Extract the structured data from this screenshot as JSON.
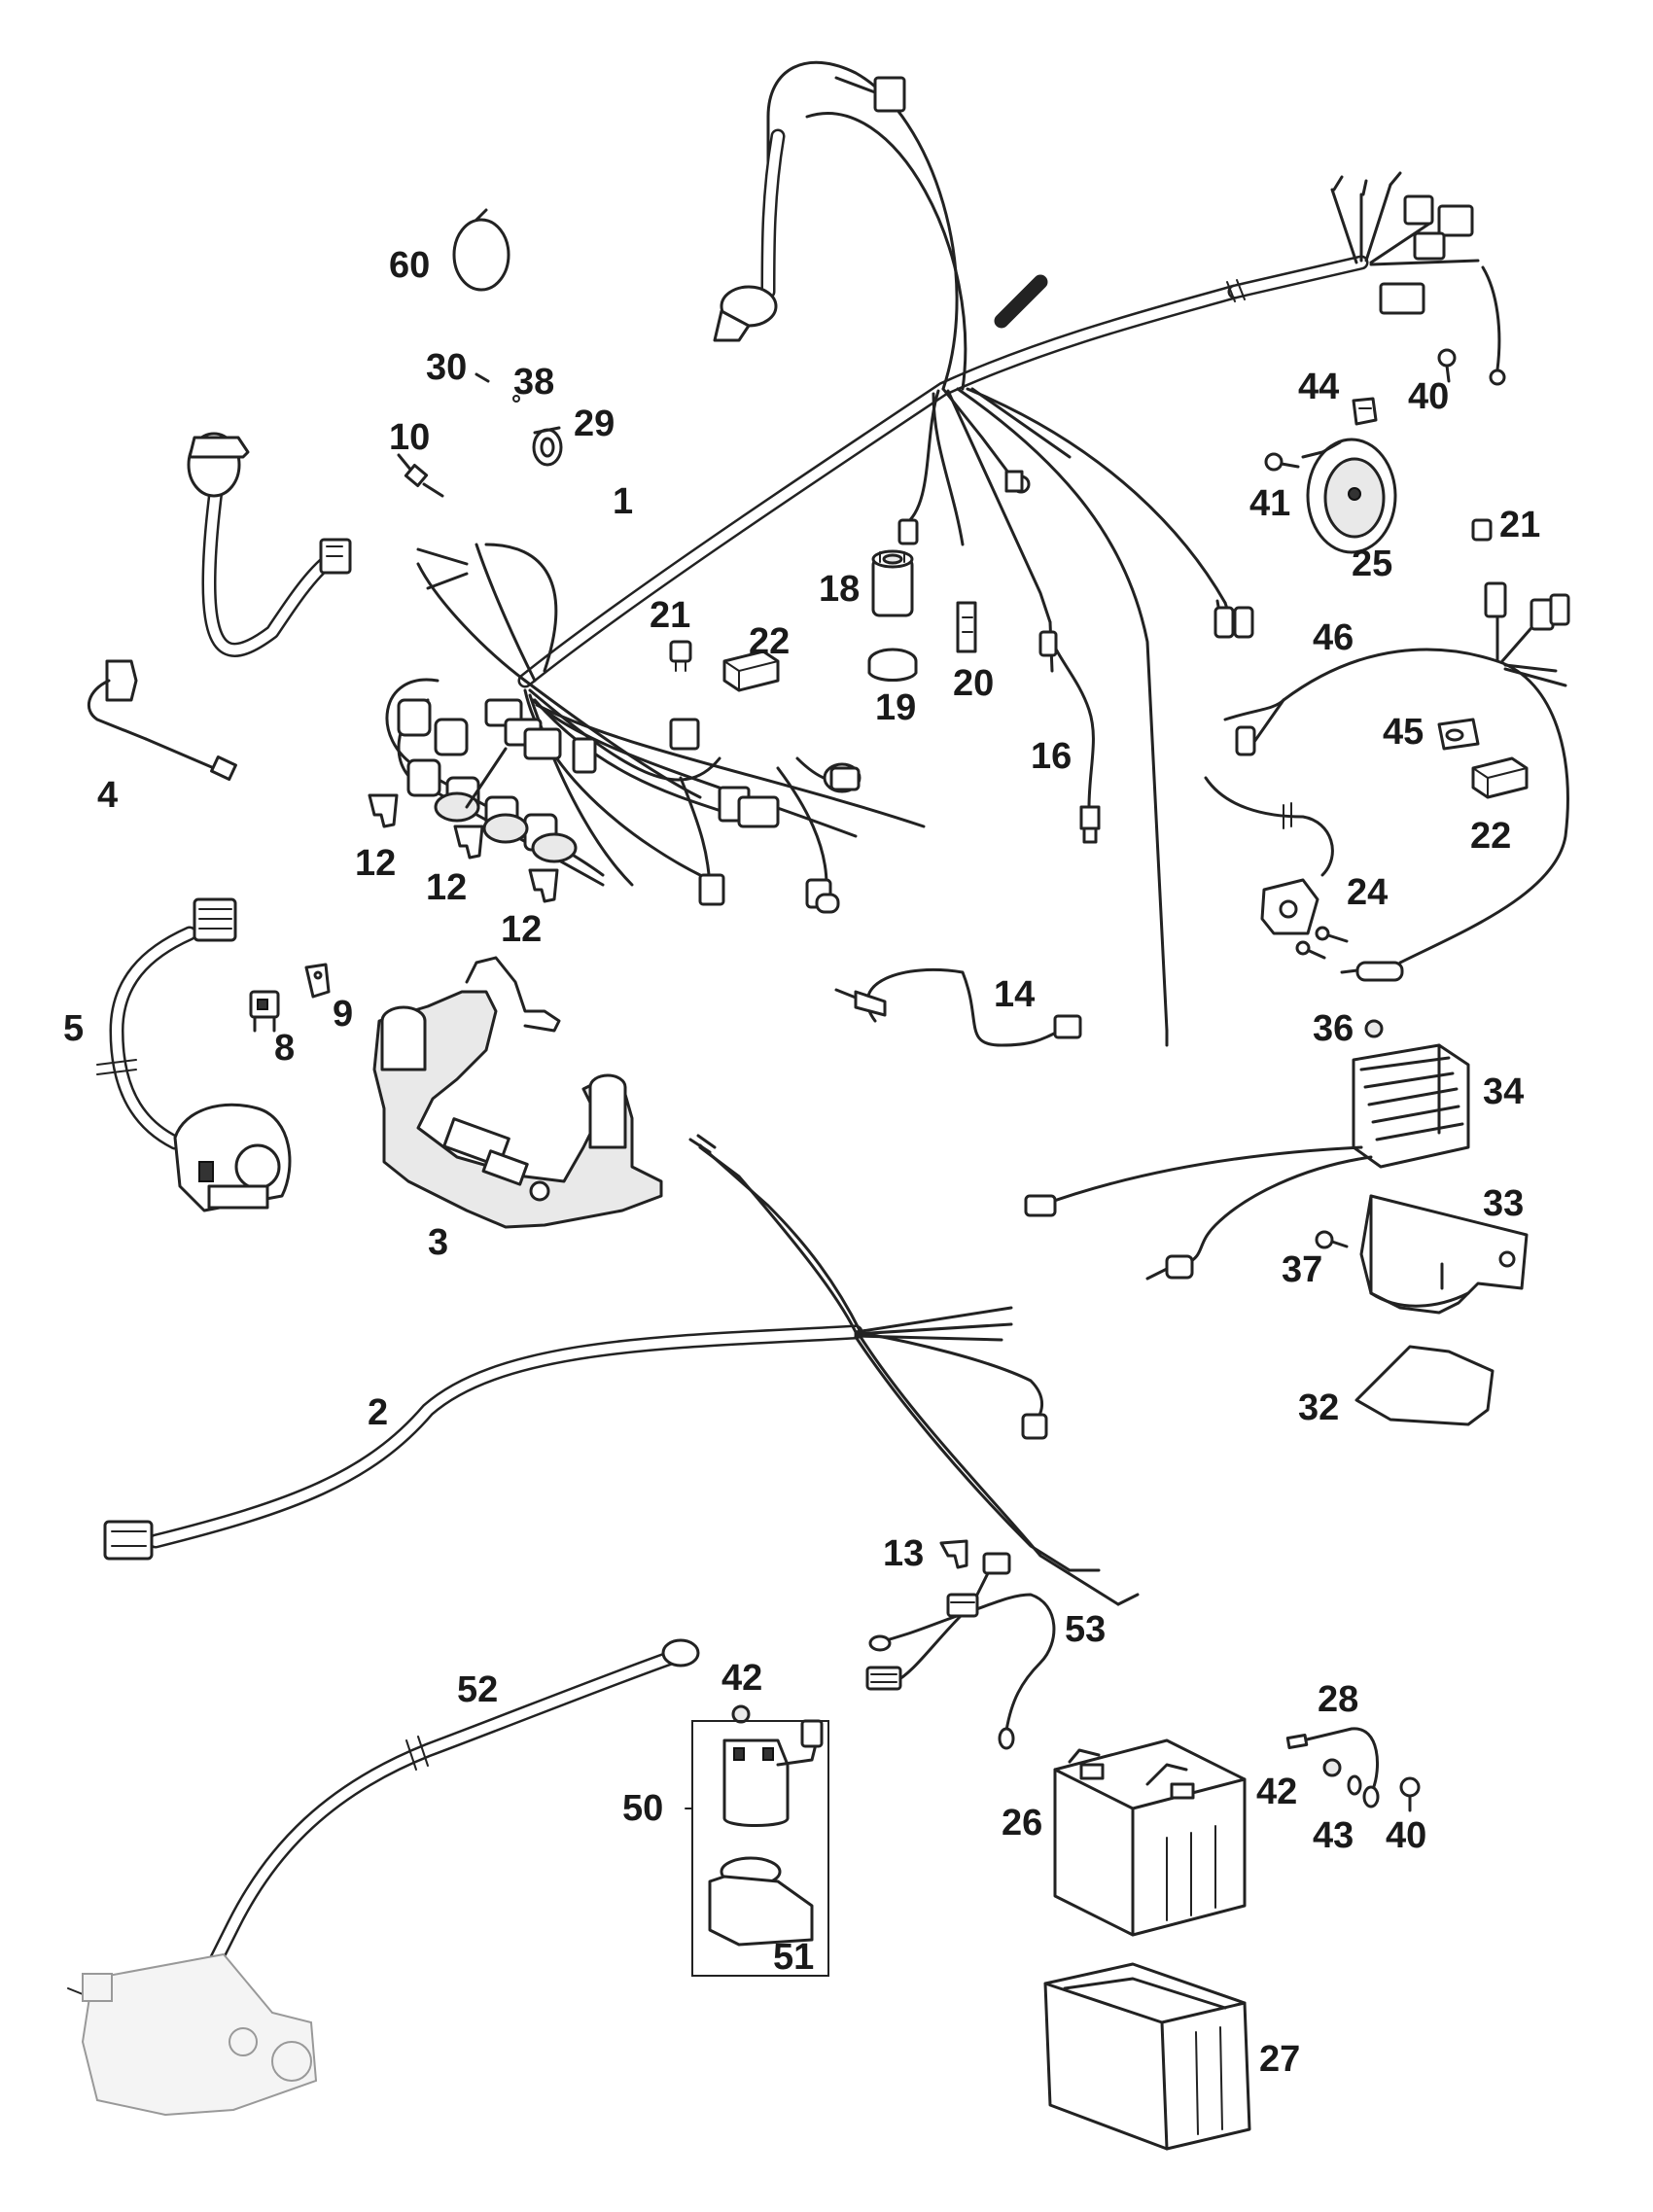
{
  "diagram": {
    "part_labels": {
      "p60": "60",
      "p30": "30",
      "p38": "38",
      "p29": "29",
      "p10": "10",
      "p1": "1",
      "p18": "18",
      "p19": "19",
      "p20": "20",
      "p21a": "21",
      "p22a": "22",
      "p44": "44",
      "p40a": "40",
      "p41": "41",
      "p25": "25",
      "p21b": "21",
      "p46": "46",
      "p45": "45",
      "p22b": "22",
      "p16": "16",
      "p24": "24",
      "p4": "4",
      "p12a": "12",
      "p12b": "12",
      "p12c": "12",
      "p5": "5",
      "p8": "8",
      "p9": "9",
      "p3": "3",
      "p14": "14",
      "p36": "36",
      "p34": "34",
      "p33": "33",
      "p37": "37",
      "p32": "32",
      "p2": "2",
      "p13": "13",
      "p53": "53",
      "p52": "52",
      "p42a": "42",
      "p50": "50",
      "p51": "51",
      "p28": "28",
      "p42b": "42",
      "p43": "43",
      "p40b": "40",
      "p26": "26",
      "p27": "27"
    }
  }
}
